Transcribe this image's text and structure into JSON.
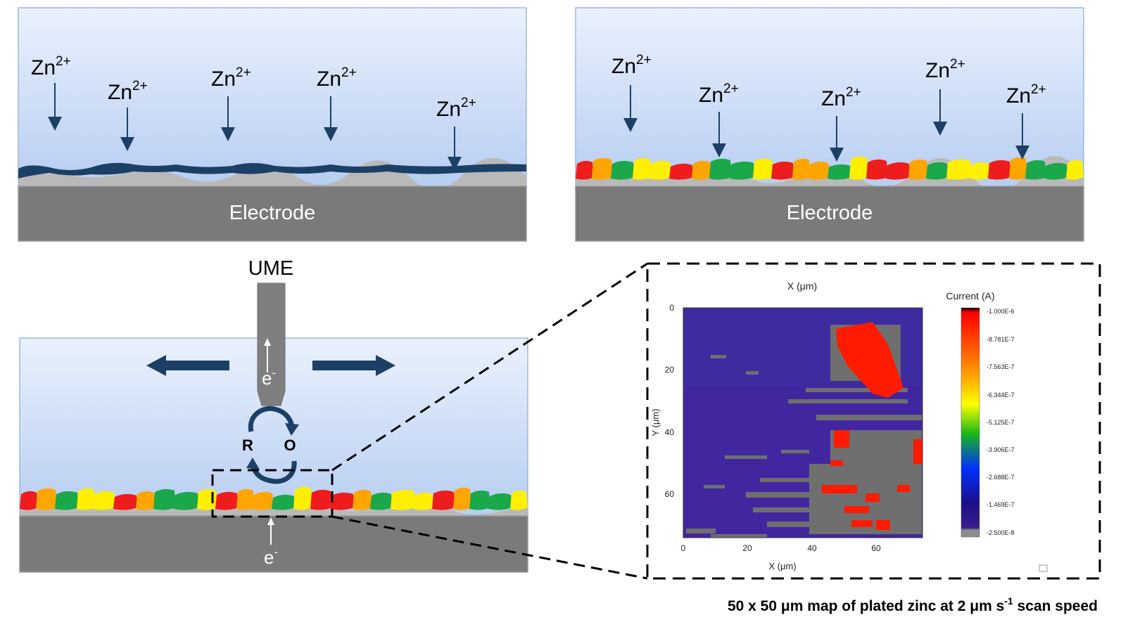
{
  "panel_top_left": {
    "electrode_label": "Electrode",
    "ions": [
      {
        "base": "Zn",
        "sup": "2+"
      },
      {
        "base": "Zn",
        "sup": "2+"
      },
      {
        "base": "Zn",
        "sup": "2+"
      },
      {
        "base": "Zn",
        "sup": "2+"
      },
      {
        "base": "Zn",
        "sup": "2+"
      }
    ]
  },
  "panel_top_right": {
    "electrode_label": "Electrode",
    "ions": [
      {
        "base": "Zn",
        "sup": "2+"
      },
      {
        "base": "Zn",
        "sup": "2+"
      },
      {
        "base": "Zn",
        "sup": "2+"
      },
      {
        "base": "Zn",
        "sup": "2+"
      },
      {
        "base": "Zn",
        "sup": "2+"
      }
    ]
  },
  "panel_bottom_left": {
    "ume_label": "UME",
    "tip_electron": {
      "base": "e",
      "sup": "-"
    },
    "substrate_electron": {
      "base": "e",
      "sup": "-"
    },
    "reduced_label": "R",
    "oxidized_label": "O"
  },
  "map": {
    "x_axis_label": "X (μm)",
    "y_axis_label": "Y (μm)",
    "x_ticks": [
      "0",
      "20",
      "40",
      "60"
    ],
    "y_ticks": [
      "0",
      "20",
      "40",
      "60"
    ],
    "colorbar_title": "Current (A)",
    "colorbar_ticks": [
      "-1.000E-6",
      "-8.781E-7",
      "-7.563E-7",
      "-6.344E-7",
      "-5.125E-7",
      "-3.906E-7",
      "-2.688E-7",
      "-1.469E-7",
      "-2.500E-8"
    ]
  },
  "caption": {
    "prefix": "50 x 50 μm map of plated zinc at 2 μm s",
    "sup": "-1",
    "suffix": " scan speed"
  },
  "colors": {
    "dark_blue": "#1c3f66",
    "electrode": "#7a7a7a",
    "deposit_grey": "#b9b9b9",
    "map_background": "#4226a0"
  }
}
